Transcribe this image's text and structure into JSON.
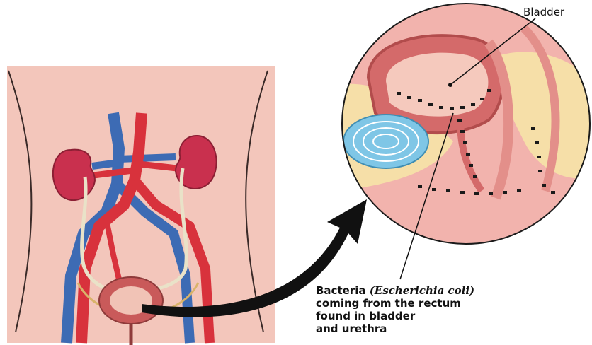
{
  "labels": {
    "bladder": "Bladder",
    "caption": {
      "line1_prefix": "Bacteria ",
      "line1_italic": "(Escherichia coli)",
      "line2": "coming from the rectum",
      "line3": "found in bladder",
      "line4": "and urethra"
    }
  },
  "colors": {
    "skin": "#f3c6bb",
    "body_outline": "#3a2a28",
    "kidney": "#c9304e",
    "artery": "#d8323c",
    "vein": "#3d6bb4",
    "ureter": "#e9e2c8",
    "bladder_wall": "#c95a5a",
    "tissue_pink": "#f2b3ad",
    "fat_yellow": "#f6dfa8",
    "bacteria": "#1a1a1a",
    "arrow": "#111111",
    "rectum_blue": "#7fc6e6"
  }
}
